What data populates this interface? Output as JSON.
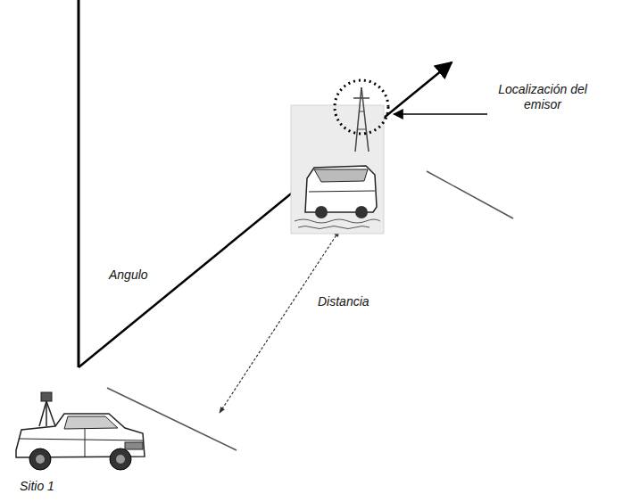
{
  "diagram": {
    "labels": [
      "Localización del emisor",
      "Angulo",
      "Distancia",
      "Sitio 1"
    ]
  }
}
